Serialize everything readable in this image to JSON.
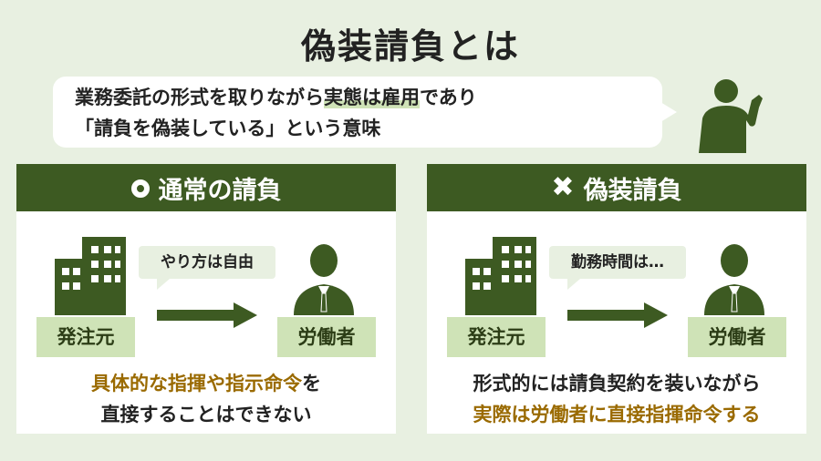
{
  "title": "偽装請負とは",
  "intro": {
    "line1_pre": "業務委託の形式を取りながら",
    "line1_highlight": "実態は雇用",
    "line1_post": "であり",
    "line2": "「請負を偽装している」という意味"
  },
  "left_panel": {
    "heading": "通常の請負",
    "client_label": "発注元",
    "worker_label": "労働者",
    "speech": "やり方は自由",
    "desc_line1": "具体的な指揮や指示命令",
    "desc_line1_suffix": "を",
    "desc_line2": "直接することはできない"
  },
  "right_panel": {
    "heading": "偽装請負",
    "client_label": "発注元",
    "worker_label": "労働者",
    "speech": "勤務時間は…",
    "desc_line1": "形式的には請負契約を装いながら",
    "desc_line2": "実際は労働者に直接指揮命令する"
  },
  "icons": {
    "left_heading_icon": "circle-ok-icon",
    "right_heading_icon": "cross-ng-icon",
    "client_icon": "building-icon",
    "worker_icon": "worker-person-icon",
    "speaker_icon": "pointing-person-icon",
    "arrow_icon": "right-arrow-icon"
  },
  "colors": {
    "background": "#e8f0e1",
    "header_green": "#3d5a22",
    "label_green": "#cfe3b7",
    "accent_gold": "#9a6a00"
  }
}
